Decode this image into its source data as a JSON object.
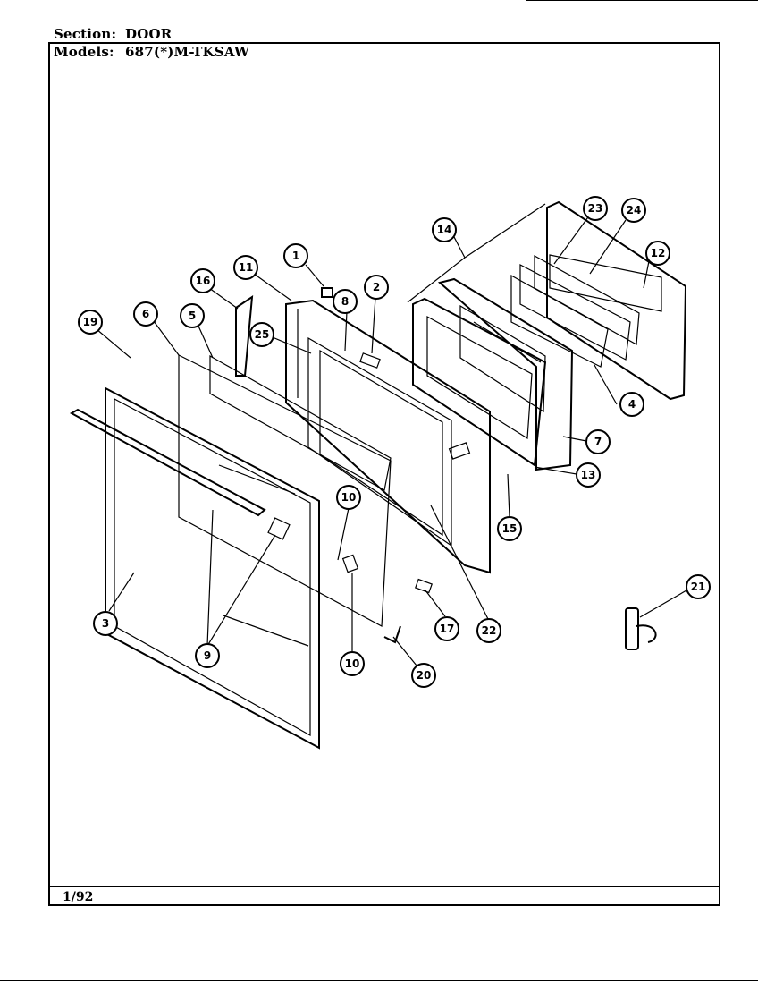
{
  "header": {
    "section_label": "Section:",
    "section_value": "DOOR",
    "models_label": "Models:",
    "models_value": "687(*)M-TKSAW"
  },
  "footer": {
    "date": "1/92"
  },
  "callouts": [
    "1",
    "2",
    "3",
    "4",
    "5",
    "6",
    "7",
    "8",
    "9",
    "10",
    "10",
    "11",
    "12",
    "13",
    "14",
    "15",
    "16",
    "17",
    "19",
    "20",
    "21",
    "22",
    "23",
    "24",
    "25"
  ]
}
